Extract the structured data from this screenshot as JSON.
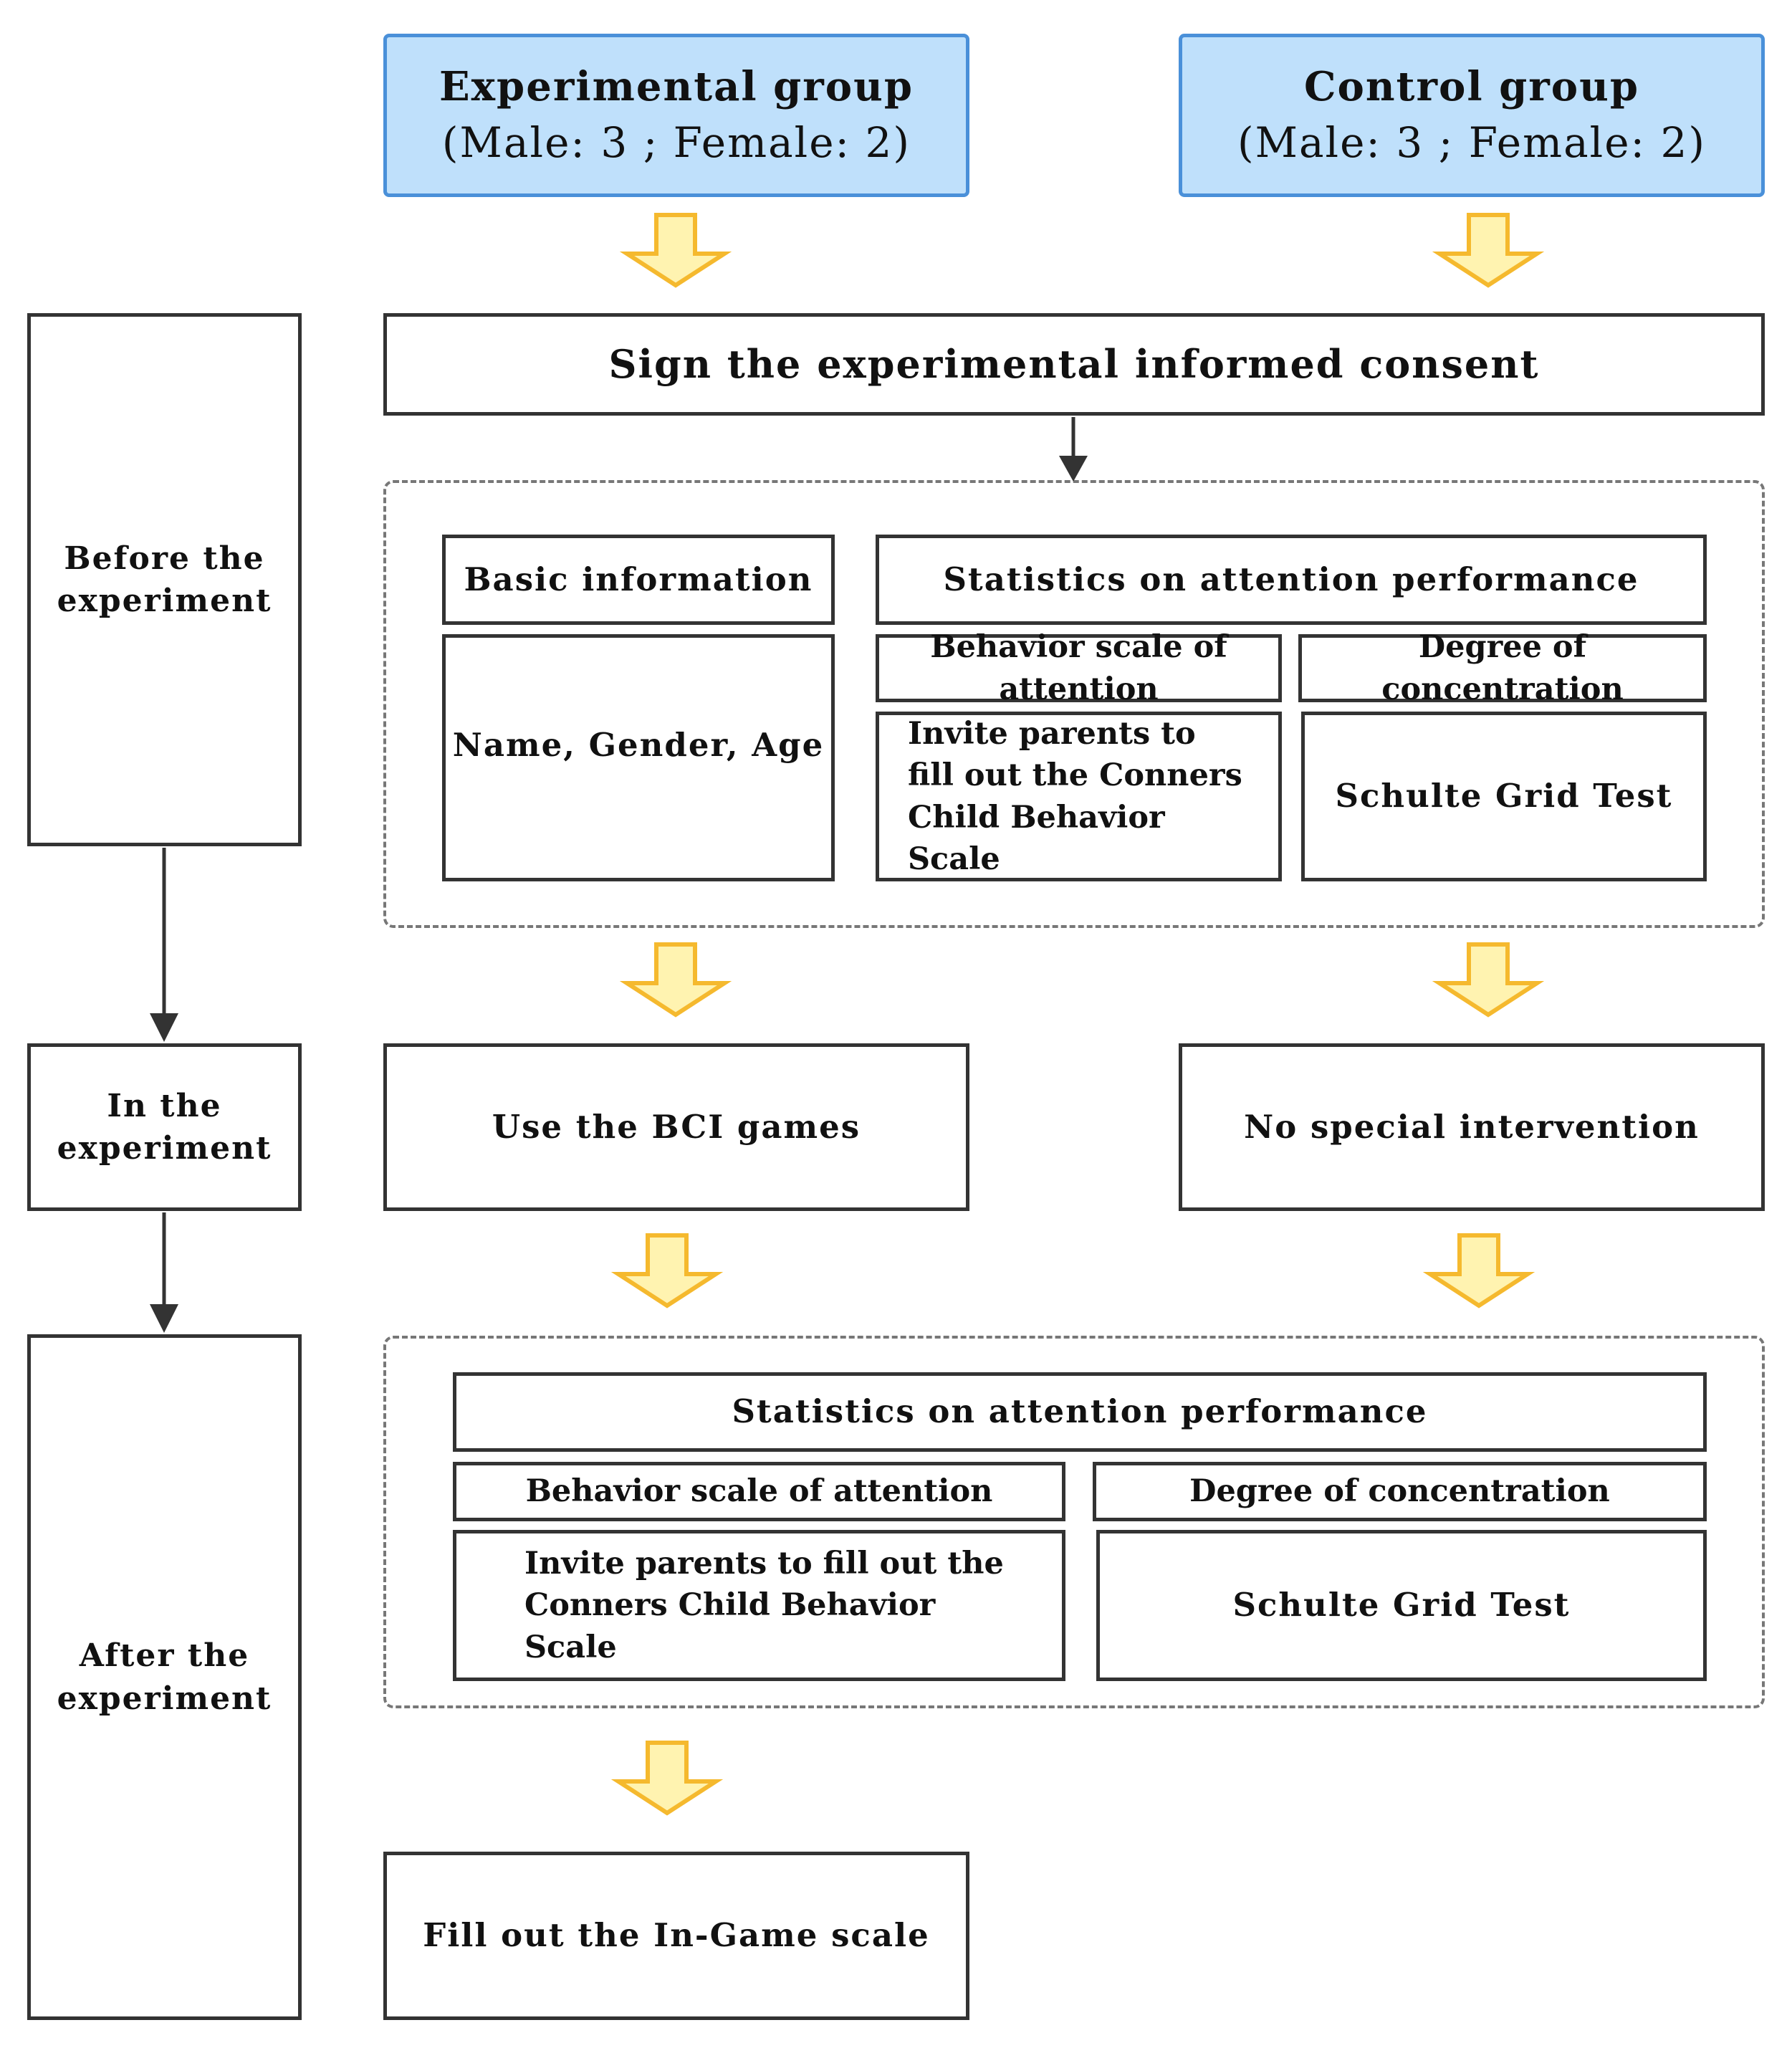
{
  "groups": {
    "experimental": {
      "title": "Experimental group",
      "subtitle": "(Male: 3 ; Female: 2)"
    },
    "control": {
      "title": "Control  group",
      "subtitle": "(Male: 3 ; Female: 2)"
    }
  },
  "phases": {
    "before": "Before the experiment",
    "during": "In the experiment",
    "after": "After the experiment"
  },
  "consent": "Sign the experimental informed consent",
  "before_block": {
    "basic_info_header": "Basic information",
    "basic_info_content": "Name, Gender, Age",
    "stats_header": "Statistics on attention performance",
    "behavior_header": "Behavior scale of attention",
    "behavior_content": "Invite parents to fill out the Conners Child Behavior Scale",
    "concentration_header": "Degree of concentration",
    "concentration_content": "Schulte Grid Test"
  },
  "during_block": {
    "experimental": "Use the BCI games",
    "control": "No special intervention"
  },
  "after_block": {
    "stats_header": "Statistics on attention performance",
    "behavior_header": "Behavior scale of attention",
    "behavior_content": "Invite parents to fill out the Conners Child Behavior Scale",
    "concentration_header": "Degree of concentration",
    "concentration_content": "Schulte Grid Test"
  },
  "final": "Fill out the In-Game scale",
  "colors": {
    "group_fill": "#bfe0fb",
    "group_border": "#4a90d9",
    "arrow_fill": "#fff3b0",
    "arrow_stroke": "#f5b92e",
    "box_border": "#333333"
  }
}
